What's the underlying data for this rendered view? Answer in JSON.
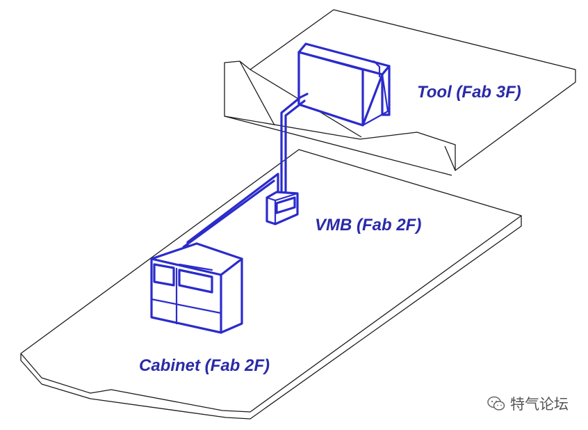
{
  "labels": {
    "tool": "Tool (Fab 3F)",
    "vmb": "VMB (Fab 2F)",
    "cabinet": "Cabinet (Fab 2F)"
  },
  "watermark": {
    "text": "特气论坛",
    "icon": "wechat-icon"
  },
  "colors": {
    "equipment": "#2b2bcc",
    "label": "#2a2aa8",
    "outline": "#1a1a1a"
  }
}
